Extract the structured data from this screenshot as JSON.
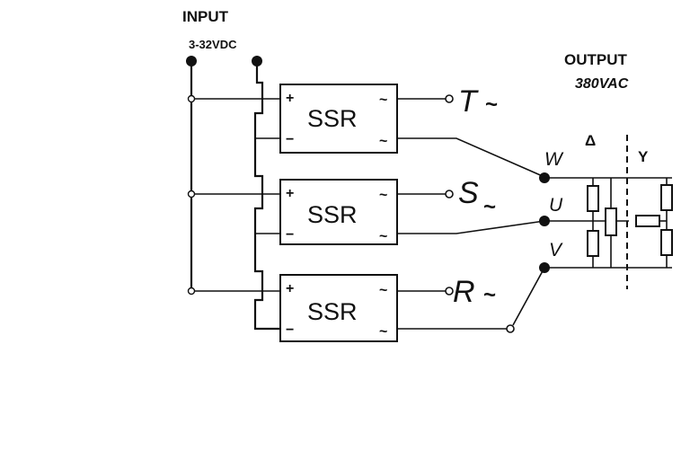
{
  "input": {
    "title": "INPUT",
    "voltage": "3-32VDC"
  },
  "output": {
    "title": "OUTPUT",
    "voltage": "380VAC"
  },
  "ssr_modules": [
    {
      "label": "SSR",
      "plus": "+",
      "minus": "−",
      "tilde_top": "~",
      "tilde_bottom": "~",
      "phase": "T",
      "phase_symbol": "~"
    },
    {
      "label": "SSR",
      "plus": "+",
      "minus": "−",
      "tilde_top": "~",
      "tilde_bottom": "~",
      "phase": "S",
      "phase_symbol": "~"
    },
    {
      "label": "SSR",
      "plus": "+",
      "minus": "−",
      "tilde_top": "~",
      "tilde_bottom": "~",
      "phase": "R",
      "phase_symbol": "~"
    }
  ],
  "load_terminals": [
    "W",
    "U",
    "V"
  ],
  "load_connections": {
    "delta": "Δ",
    "star": "Y"
  }
}
